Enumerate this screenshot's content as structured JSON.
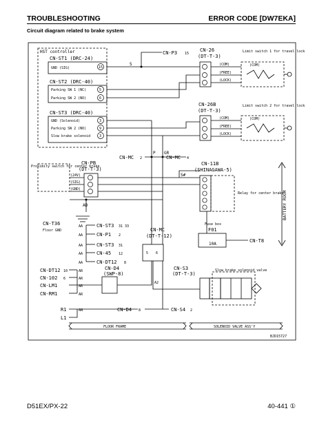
{
  "header": {
    "section": "TROUBLESHOOTING",
    "error_code": "ERROR CODE [DW7EKA]",
    "subtitle": "Circuit diagram related to brake system"
  },
  "footer": {
    "model": "D51EX/PX-22",
    "page": "40-441 ①"
  },
  "diagram": {
    "hst_controller": "HST controller",
    "cn_st1": "CN-ST1 (DRC-24)",
    "gnd_sig": "GND (SIG)",
    "cn_st2": "CN-ST2 (DRC-40)",
    "parking_sw1_nc": "Parking SW 1 (NC)",
    "parking_sw2_no": "Parking SW 2 (NO)",
    "cn_st3": "CN-ST3 (DRC-40)",
    "gnd_solenoid": "GND (Solenoid)",
    "parking_sw2_no_b": "Parking SW 2 (NO)",
    "slow_brake_solenoid": "Slow brake solenoid",
    "pin_st1": "15",
    "pin_st2a": "5",
    "pin_st2b": "6",
    "pin_st3a": "3",
    "pin_st3b": "9",
    "pin_st3c": "3",
    "cn_p3": "CN-P3",
    "cn_p3_pin": "15",
    "wire_s": "S",
    "cn_26": "CN-26",
    "cn_26_type": "(DT-T-3)",
    "com": "(COM)",
    "free": "(FREE)",
    "lock": "(LOCK)",
    "limit_sw1": "Limit switch 1 for travel lock",
    "limit_sw1_com": "(COM)",
    "cn_26b": "CN-26B",
    "cn_26b_type": "(DT-T-3)",
    "com_b": "(COM)",
    "free_b": "(FREE)",
    "lock_b": "(LOCK)",
    "limit_sw2": "Limit switch 2 for travel lock",
    "limit_sw2_com": "(COM)",
    "cn_mc_left": "CN-MC",
    "cn_mc_left_pin": "2",
    "cn_mc_right": "CN-MC",
    "cn_mc_right_pin": "4",
    "wire_p": "P",
    "wire_gr": "GR",
    "wire_sw": "S#",
    "proximity": "Proximity switch for center brake",
    "cn_pb": "CN-PB",
    "cn_pb_type": "(DT-T-3)",
    "pb_24v": "(24V)",
    "pb_sig": "(SIG)",
    "pb_gnd": "(GND)",
    "cn_11b": "CN-11B",
    "cn_11b_type": "(SHINAGAWA-5)",
    "relay": "Relay for center brake",
    "battery_room": "BATTERY ROOM",
    "wire_ad": "AD",
    "cn_t36": "CN-T36",
    "floor_gnd": "Floor GND",
    "fuse_box": "Fuse box",
    "f01": "F01",
    "fuse_10a": "10A",
    "cn_t8": "CN-T8",
    "right_list": [
      {
        "label": "CN-ST3",
        "pins": "31 33",
        "wire": "AA"
      },
      {
        "label": "CN-P1",
        "pins": "2",
        "wire": "AA"
      },
      {
        "label": "CN-ST3",
        "pins": "31",
        "wire": "AA"
      },
      {
        "label": "CN-45",
        "pins": "12",
        "wire": "AA"
      },
      {
        "label": "CN-DT12",
        "pins": "8",
        "wire": "AA"
      }
    ],
    "left_list": [
      {
        "label": "CN-DT12",
        "pin": "10",
        "wire": "AR"
      },
      {
        "label": "CN-102",
        "pin": "6",
        "wire": "AR"
      },
      {
        "label": "CN-LM1",
        "pin": "",
        "wire": "AR"
      },
      {
        "label": "CN-RM1",
        "pin": "",
        "wire": "AR"
      }
    ],
    "cn_mc_bottom": "CN-MC",
    "cn_mc_bottom_type": "(DT-T-12)",
    "cn_mc_pin_a": "5",
    "cn_mc_pin_b": "6",
    "cn_d4": "CN-D4",
    "cn_d4_type": "(SWP-8)",
    "cn_s3": "CN-S3",
    "cn_s3_type": "(DT-T-3)",
    "slow_brake_valve": "Slow brake solenoid valve",
    "wire_a2": "A2",
    "r1": "R1",
    "l1": "L1",
    "wire_an": "AN",
    "cn_d4_bottom": "CN-D4",
    "cn_d4_bottom_pin": "8",
    "cn_s4": "CN-S4",
    "cn_s4_pin": "2",
    "floor_frame": "FLOOR FRAME",
    "solenoid_assy": "SOLENOID VALVE ASS'Y",
    "drawing_no": "BJD15727"
  }
}
